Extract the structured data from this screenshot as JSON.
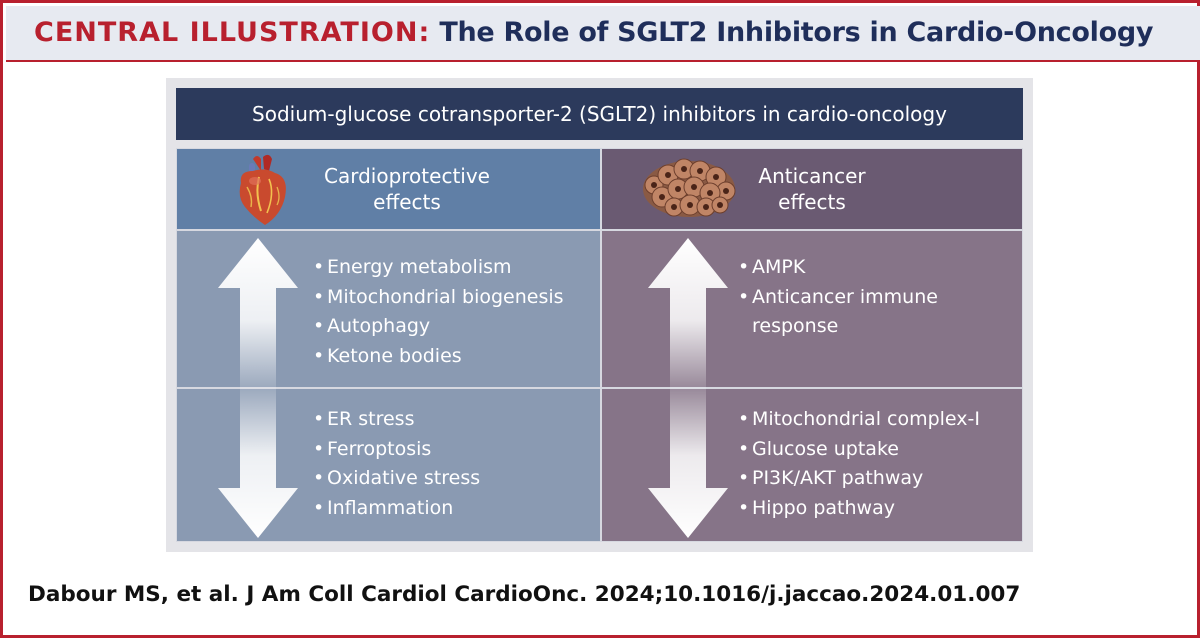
{
  "header": {
    "label": "CENTRAL ILLUSTRATION:",
    "title": "The Role of SGLT2 Inhibitors in Cardio-Oncology"
  },
  "banner": "Sodium-glucose cotransporter-2 (SGLT2) inhibitors in cardio-oncology",
  "cardioprotective": {
    "title_line1": "Cardioprotective",
    "title_line2": "effects",
    "icon": "heart-icon",
    "up": [
      "Energy metabolism",
      "Mitochondrial biogenesis",
      "Autophagy",
      "Ketone bodies"
    ],
    "down": [
      "ER stress",
      "Ferroptosis",
      "Oxidative stress",
      "Inflammation"
    ]
  },
  "anticancer": {
    "title_line1": "Anticancer",
    "title_line2": "effects",
    "icon": "cancer-cells-icon",
    "up": [
      "AMPK",
      "Anticancer immune",
      "response"
    ],
    "down": [
      "Mitochondrial complex-I",
      "Glucose uptake",
      "PI3K/AKT pathway",
      "Hippo pathway"
    ]
  },
  "citation": "Dabour MS, et al. J Am Coll Cardiol CardioOnc. 2024;10.1016/j.jaccao.2024.01.007",
  "colors": {
    "accent_red": "#b8202e",
    "navy": "#1f2e5a",
    "banner": "#2c3a5c",
    "cardio_header": "#607fa6",
    "cardio_body": "#8a9ab2",
    "cancer_header": "#6a5a72",
    "cancer_body": "#867488"
  }
}
